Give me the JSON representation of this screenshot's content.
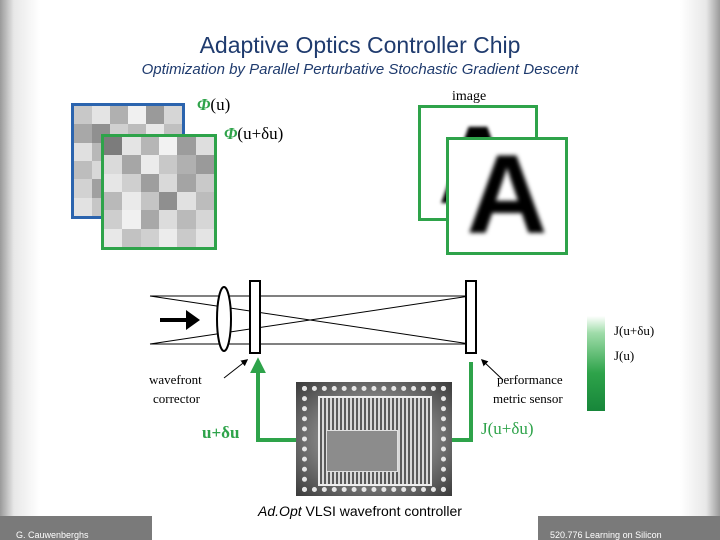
{
  "slide": {
    "title": "Adaptive Optics Controller Chip",
    "subtitle": "Optimization by Parallel Perturbative Stochastic Gradient Descent"
  },
  "labels": {
    "phi_u_sym": "Φ",
    "phi_u_arg": "(u)",
    "phi_udu_sym": "Φ",
    "phi_udu_arg": "(u+δu)",
    "image": "image",
    "wavefront_corrector_line1": "wavefront",
    "wavefront_corrector_line2": "corrector",
    "perf_sensor_line1": "performance",
    "perf_sensor_line2": "metric sensor",
    "u_du": "u+δu",
    "j_u_du_green": "J(u+δu)",
    "j_u_du_bar": "J(u+δu)",
    "j_u_bar": "J(u)",
    "caption_italic": "Ad.Opt",
    "caption_rest": " VLSI wavefront controller",
    "big_a_1": "A",
    "big_a_2": "A"
  },
  "footer": {
    "left": "G. Cauwenberghs",
    "right": "520.776 Learning on Silicon"
  },
  "colors": {
    "title": "#1f3b6e",
    "blue_frame": "#2b64ae",
    "green": "#2ea34a"
  },
  "grid_a": [
    "#c8c8c8",
    "#e4e4e4",
    "#b0b0b0",
    "#f0f0f0",
    "#9a9a9a",
    "#d6d6d6",
    "#a8a8a8",
    "#909090",
    "#d0d0d0",
    "#bcbcbc",
    "#e8e8e8",
    "#c0c0c0",
    "#e0e0e0",
    "#b8b8b8",
    "#9e9e9e",
    "#dcdcdc",
    "#a4a4a4",
    "#cfcfcf",
    "#bdbdbd",
    "#d8d8d8",
    "#c4c4c4",
    "#8e8e8e",
    "#e6e6e6",
    "#b4b4b4",
    "#d2d2d2",
    "#a0a0a0",
    "#ececec",
    "#c2c2c2",
    "#b6b6b6",
    "#dadada",
    "#e2e2e2",
    "#c6c6c6",
    "#acacac",
    "#d4d4d4",
    "#9c9c9c",
    "#eaeaea"
  ],
  "grid_b": [
    "#7c7c7c",
    "#e4e4e4",
    "#b6b6b6",
    "#f2f2f2",
    "#9c9c9c",
    "#dedede",
    "#dadada",
    "#a6a6a6",
    "#ebebeb",
    "#c8c8c8",
    "#b0b0b0",
    "#9a9a9a",
    "#e6e6e6",
    "#cfcfcf",
    "#9e9e9e",
    "#d9d9d9",
    "#a4a4a4",
    "#c9c9c9",
    "#b9b9b9",
    "#eaeaea",
    "#c4c4c4",
    "#8f8f8f",
    "#e1e1e1",
    "#bcbcbc",
    "#cecece",
    "#f0f0f0",
    "#a8a8a8",
    "#dcdcdc",
    "#bababa",
    "#d6d6d6",
    "#e8e8e8",
    "#c2c2c2",
    "#d0d0d0",
    "#ececec",
    "#cacaca",
    "#e4e4e4"
  ]
}
